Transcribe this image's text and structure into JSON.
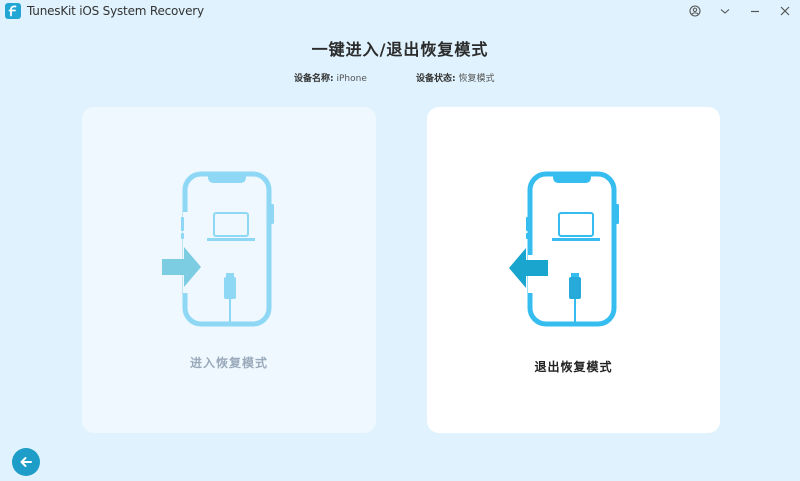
{
  "window": {
    "title": "TunesKit iOS System Recovery",
    "logo_icon": "tuneskit-logo-icon",
    "controls": [
      {
        "name": "account-button",
        "icon": "user-circle-icon"
      },
      {
        "name": "menu-button",
        "icon": "chevron-down-icon"
      },
      {
        "name": "minimize-button",
        "icon": "minimize-icon"
      },
      {
        "name": "close-button",
        "icon": "close-icon"
      }
    ]
  },
  "page": {
    "title": "一键进入/退出恢复模式",
    "device_name_label": "设备名称:",
    "device_name_value": "iPhone",
    "device_status_label": "设备状态:",
    "device_status_value": "恢复模式"
  },
  "cards": [
    {
      "id": "enter",
      "label": "进入恢复模式",
      "state": "disabled",
      "arrow": "right",
      "accent": "#7ccce2"
    },
    {
      "id": "exit",
      "label": "退出恢复模式",
      "state": "enabled",
      "arrow": "left",
      "accent": "#1aa5cf"
    }
  ],
  "colors": {
    "background": "#dff2fd",
    "accent": "#1d9dc7",
    "phone_outline_enabled": "#36bdf0",
    "phone_outline_disabled": "#8ed8f5"
  },
  "back_button": {
    "icon": "arrow-left-icon"
  }
}
